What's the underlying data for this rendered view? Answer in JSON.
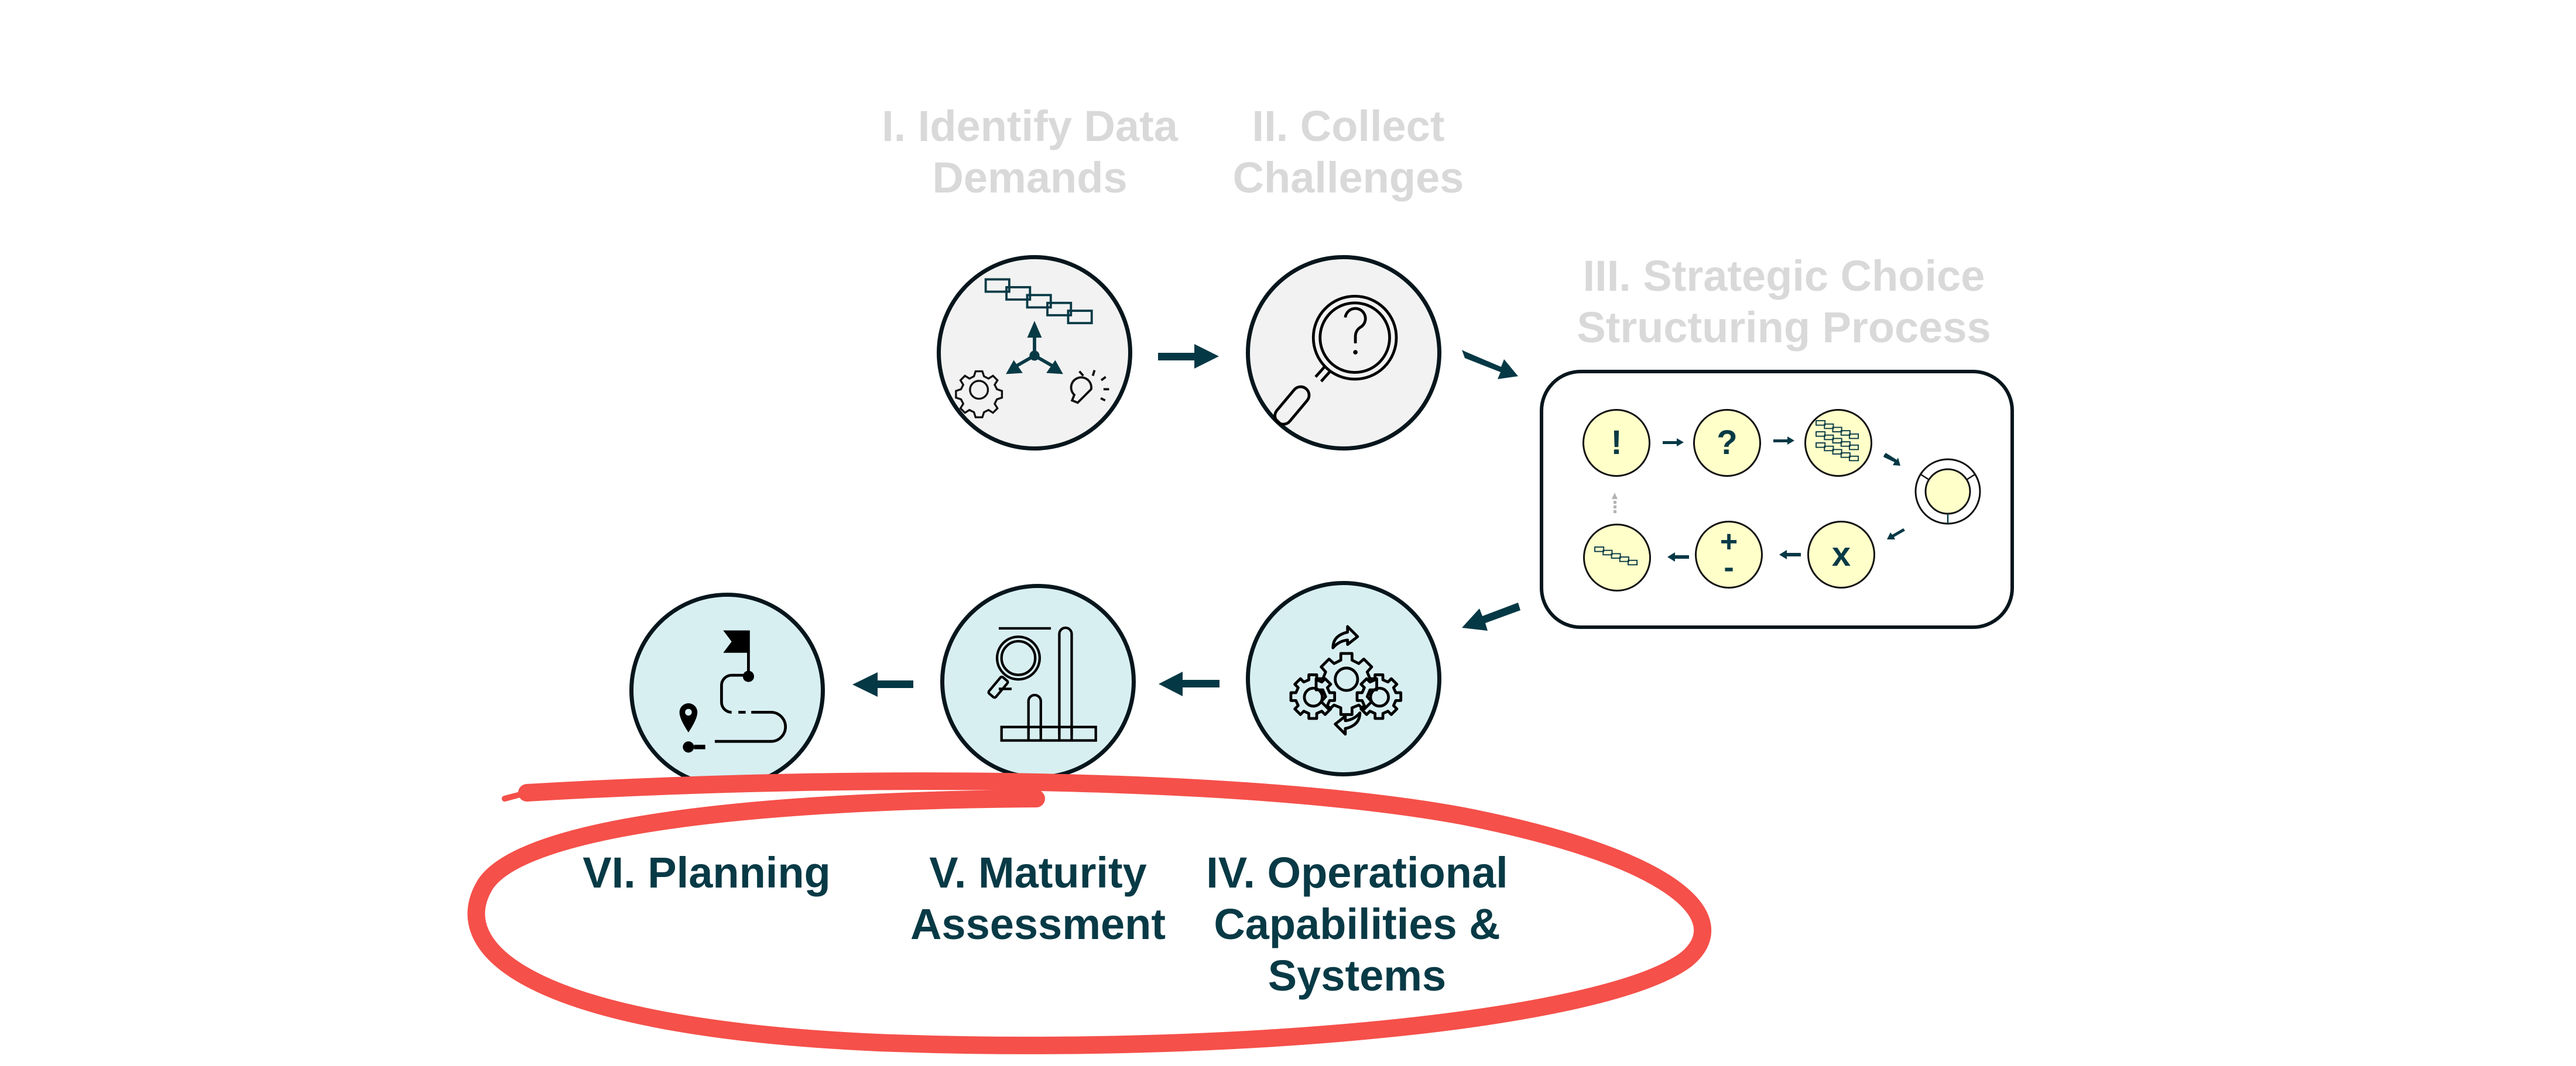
{
  "colors": {
    "inactive_text": "#d9d9d9",
    "active_text": "#083a46",
    "arrow": "#053845",
    "gray_circle_fill": "#f2f2f2",
    "blue_circle_fill": "#d8eff2",
    "mini_circle_fill": "#ffffc9",
    "highlight": "#f5504a"
  },
  "stages": [
    {
      "id": "I",
      "label": "I. Identify Data\nDemands",
      "icon": "process-flow-icon",
      "state": "inactive"
    },
    {
      "id": "II",
      "label": "II. Collect\nChallenges",
      "icon": "magnifier-question-icon",
      "state": "inactive"
    },
    {
      "id": "III",
      "label": "III. Strategic Choice\nStructuring Process",
      "icon": "cycle-diagram",
      "state": "inactive"
    },
    {
      "id": "IV",
      "label": "IV. Operational\nCapabilities &\nSystems",
      "icon": "gears-icon",
      "state": "active"
    },
    {
      "id": "V",
      "label": "V. Maturity\nAssessment",
      "icon": "analytics-chart-icon",
      "state": "active"
    },
    {
      "id": "VI",
      "label": "VI. Planning",
      "icon": "roadmap-icon",
      "state": "active"
    }
  ],
  "scsp_cycle": {
    "nodes": [
      {
        "symbol": "!",
        "name": "exclamation-node"
      },
      {
        "symbol": "?",
        "name": "question-node"
      },
      {
        "symbol": "",
        "name": "option-grid-node"
      },
      {
        "symbol": "",
        "name": "ring-node"
      },
      {
        "symbol": "x",
        "name": "cross-node"
      },
      {
        "symbol": "+\n-",
        "name": "plus-minus-node"
      },
      {
        "symbol": "",
        "name": "sequence-node"
      }
    ]
  },
  "highlight": {
    "shape": "hand-drawn-ellipse",
    "encloses": [
      "IV",
      "V",
      "VI"
    ]
  }
}
